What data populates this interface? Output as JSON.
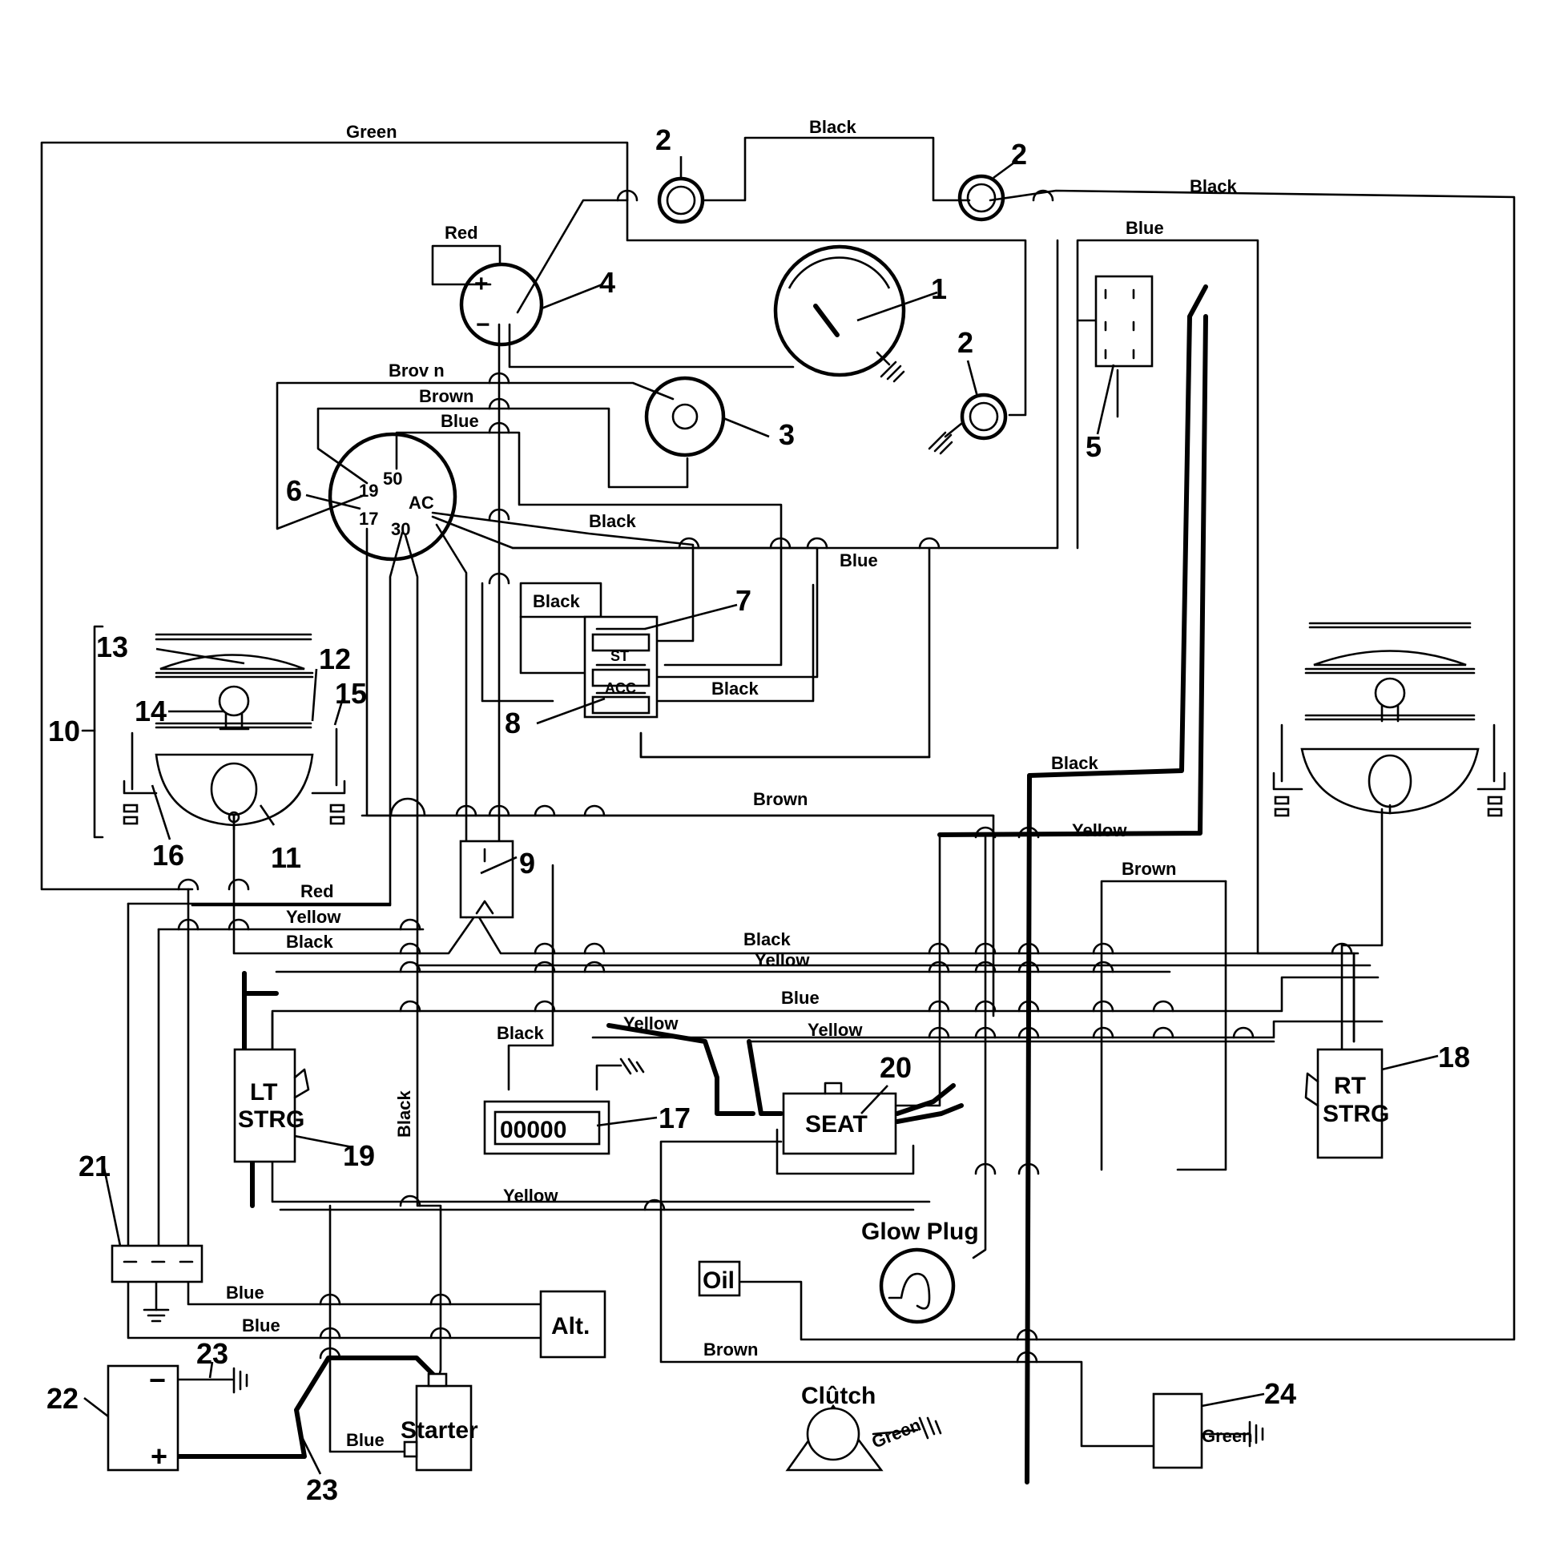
{
  "wire_labels": {
    "green_top": "Green",
    "black_top": "Black",
    "black_right": "Black",
    "red_gauge": "Red",
    "blue_right": "Blue",
    "brown_1": "Brov n",
    "brown_2": "Brown",
    "blue_3": "Blue",
    "black_ac": "Black",
    "blue_mid": "Blue",
    "black_sw": "Black",
    "black_acc": "Black",
    "black_thick": "Black",
    "brown_mid": "Brown",
    "yellow_mid": "Yellow",
    "brown_right": "Brown",
    "red_low": "Red",
    "yellow_low": "Yellow",
    "black_low": "Black",
    "black_bus": "Black",
    "yellow_bus": "Yellow",
    "blue_bus": "Blue",
    "yellow_left": "Yellow",
    "black_17": "Black",
    "yellow_seat": "Yellow",
    "black_vertical": "Black",
    "yellow_bottom": "Yellow",
    "blue_alt_1": "Blue",
    "blue_alt_2": "Blue",
    "brown_bottom": "Brown",
    "blue_starter": "Blue",
    "green_clutch": "Green",
    "green_24": "Green"
  },
  "component_labels": {
    "seat": "SEAT",
    "lt_strg_1": "LT",
    "lt_strg_2": "STRG",
    "rt_strg_1": "RT",
    "rt_strg_2": "STRG",
    "glow_plug": "Glow  Plug",
    "oil": "Oil",
    "alt": "Alt.",
    "starter": "Starter",
    "clutch": "Clûtch",
    "hour_meter": "00000",
    "battery_minus": "−",
    "battery_plus": "+",
    "gauge_plus": "+",
    "gauge_minus": "−",
    "sw_50": "50",
    "sw_19": "19",
    "sw_ac": "AC",
    "sw_17": "17",
    "sw_30": "30",
    "sw7_st": "ST",
    "sw7_acc": "ACC"
  },
  "callouts": {
    "n1": "1",
    "n2a": "2",
    "n2b": "2",
    "n2c": "2",
    "n3": "3",
    "n4": "4",
    "n5": "5",
    "n6": "6",
    "n7": "7",
    "n8": "8",
    "n9": "9",
    "n10": "10",
    "n11": "11",
    "n12": "12",
    "n13": "13",
    "n14": "14",
    "n15": "15",
    "n16": "16",
    "n17": "17",
    "n18": "18",
    "n19": "19",
    "n20": "20",
    "n21": "21",
    "n22": "22",
    "n23a": "23",
    "n23b": "23",
    "n24": "24"
  }
}
